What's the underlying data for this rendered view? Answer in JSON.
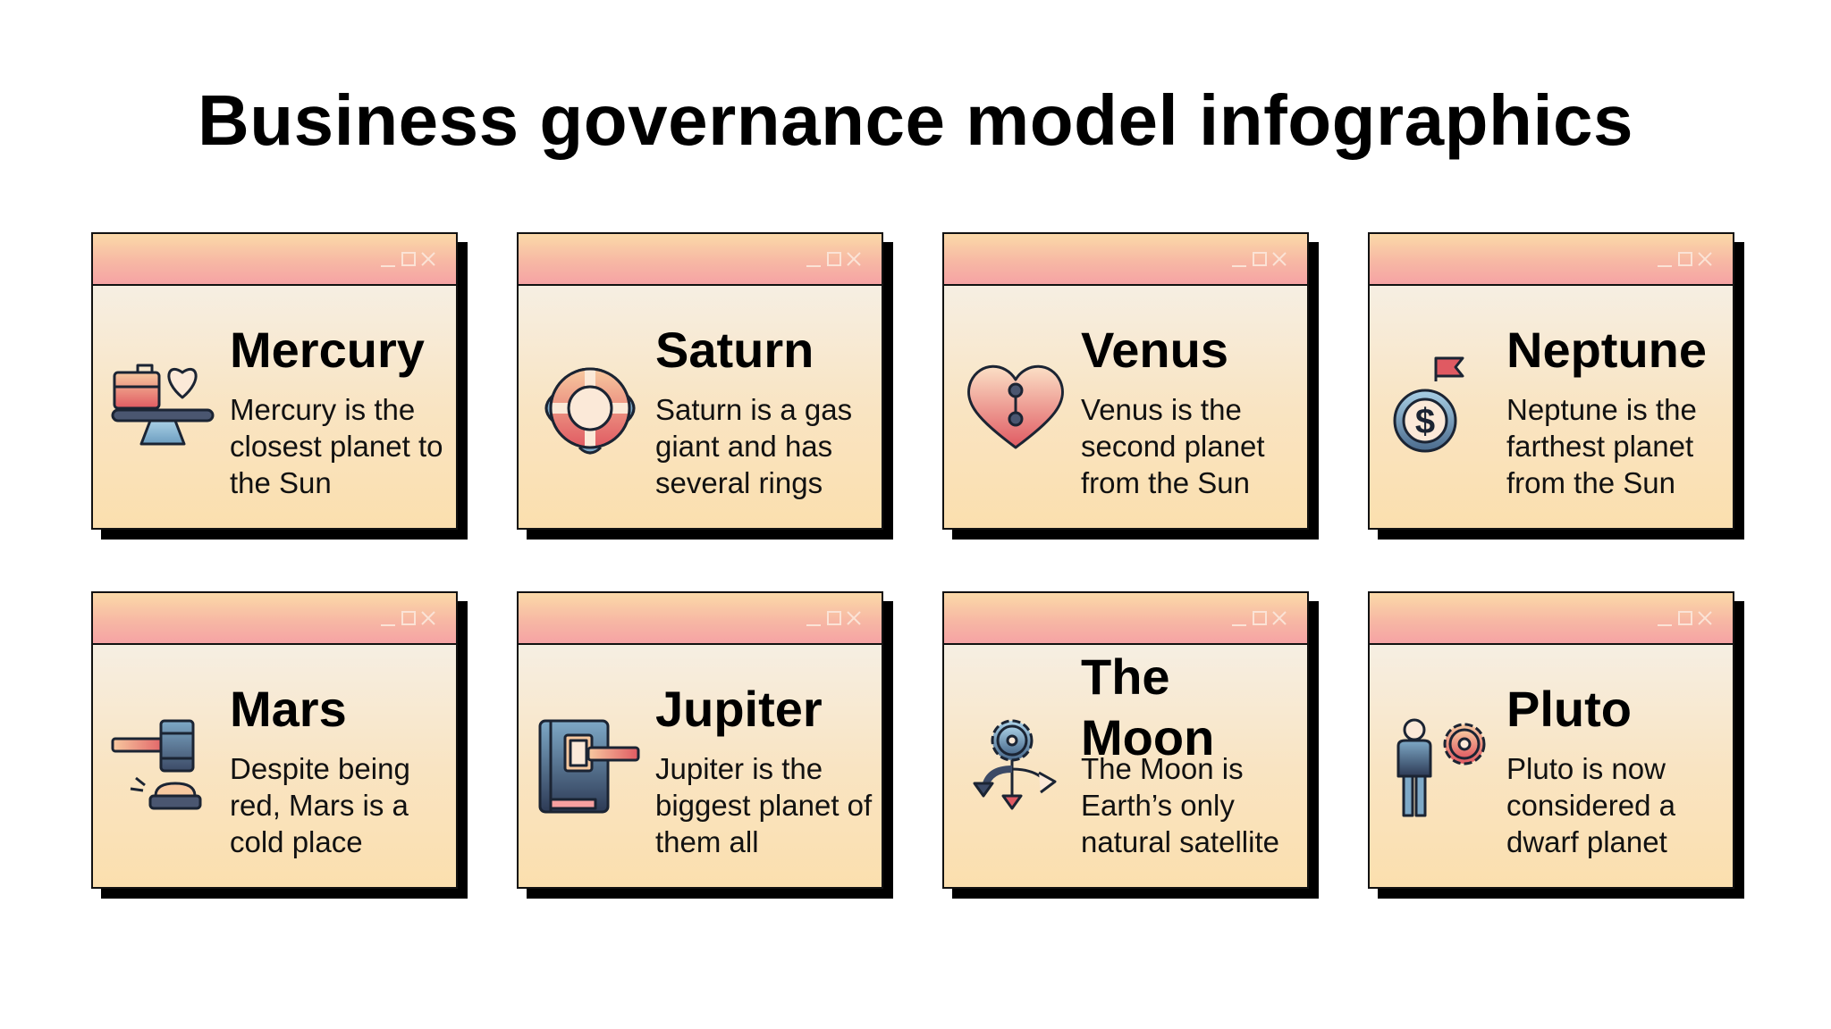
{
  "page": {
    "title": "Business governance model infographics"
  },
  "colors": {
    "bar_top": "#fbd9a8",
    "bar_bottom": "#f5a3a4",
    "card_top": "#f5f3f0",
    "card_bottom": "#fbdfae",
    "shadow": "#000000"
  },
  "cards": [
    {
      "name": "Mercury",
      "desc": "Mercury is the closest planet to the Sun",
      "icon": "balance-scale-icon"
    },
    {
      "name": "Saturn",
      "desc": "Saturn is a gas giant and has several rings",
      "icon": "lifebuoy-icon"
    },
    {
      "name": "Venus",
      "desc": "Venus is the second planet from the Sun",
      "icon": "heart-connection-icon"
    },
    {
      "name": "Neptune",
      "desc": "Neptune is the farthest planet from the Sun",
      "icon": "dollar-coin-flag-icon"
    },
    {
      "name": "Mars",
      "desc": "Despite being red, Mars is a cold place",
      "icon": "gavel-icon"
    },
    {
      "name": "Jupiter",
      "desc": "Jupiter is the biggest planet of them all",
      "icon": "law-book-icon"
    },
    {
      "name": "The Moon",
      "desc": "The Moon is Earth’s only natural satellite",
      "icon": "gear-arrows-icon"
    },
    {
      "name": "Pluto",
      "desc": "Pluto is now considered a dwarf planet",
      "icon": "person-gear-icon"
    }
  ]
}
